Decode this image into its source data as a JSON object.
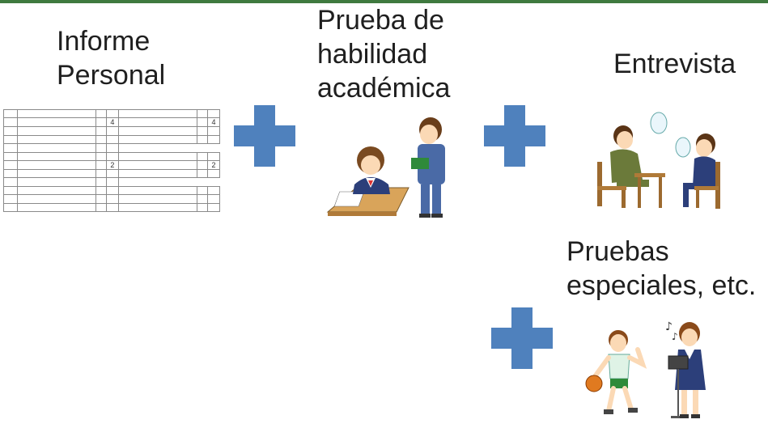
{
  "titles": {
    "informe": "Informe\nPersonal",
    "prueba": "Prueba de\nhabilidad\nacadémica",
    "entrevista": "Entrevista",
    "especiales": "Pruebas\nespeciales, etc."
  },
  "colors": {
    "plus": "#4f81bd",
    "topbar": "#3f7a3f"
  },
  "icons": [
    "plus-icon",
    "report-card-document",
    "student-exam-illustration",
    "interview-illustration",
    "special-tests-illustration"
  ]
}
